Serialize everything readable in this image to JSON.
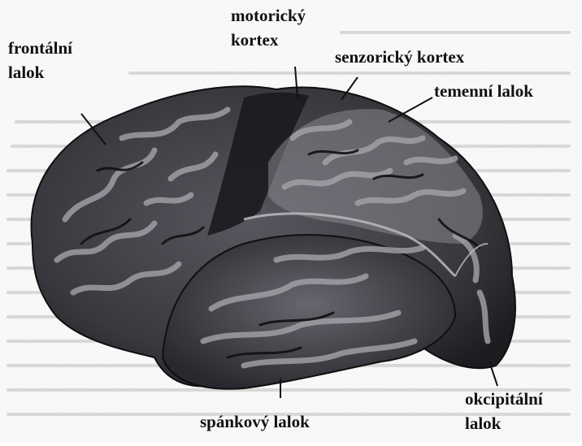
{
  "labels": {
    "frontal": [
      "frontální",
      "lalok"
    ],
    "motor": [
      "motorický",
      "kortex"
    ],
    "sensory": "senzorický kortex",
    "parietal": "temenní lalok",
    "temporal": "spánkový lalok",
    "occipital": [
      "okcipitální",
      "lalok"
    ]
  },
  "colors": {
    "brain_dark": "#2a2a2e",
    "brain_mid": "#4b4b52",
    "gyri_light": "#9a9aa0",
    "motor_band": "#1c1c20",
    "text": "#111111"
  }
}
